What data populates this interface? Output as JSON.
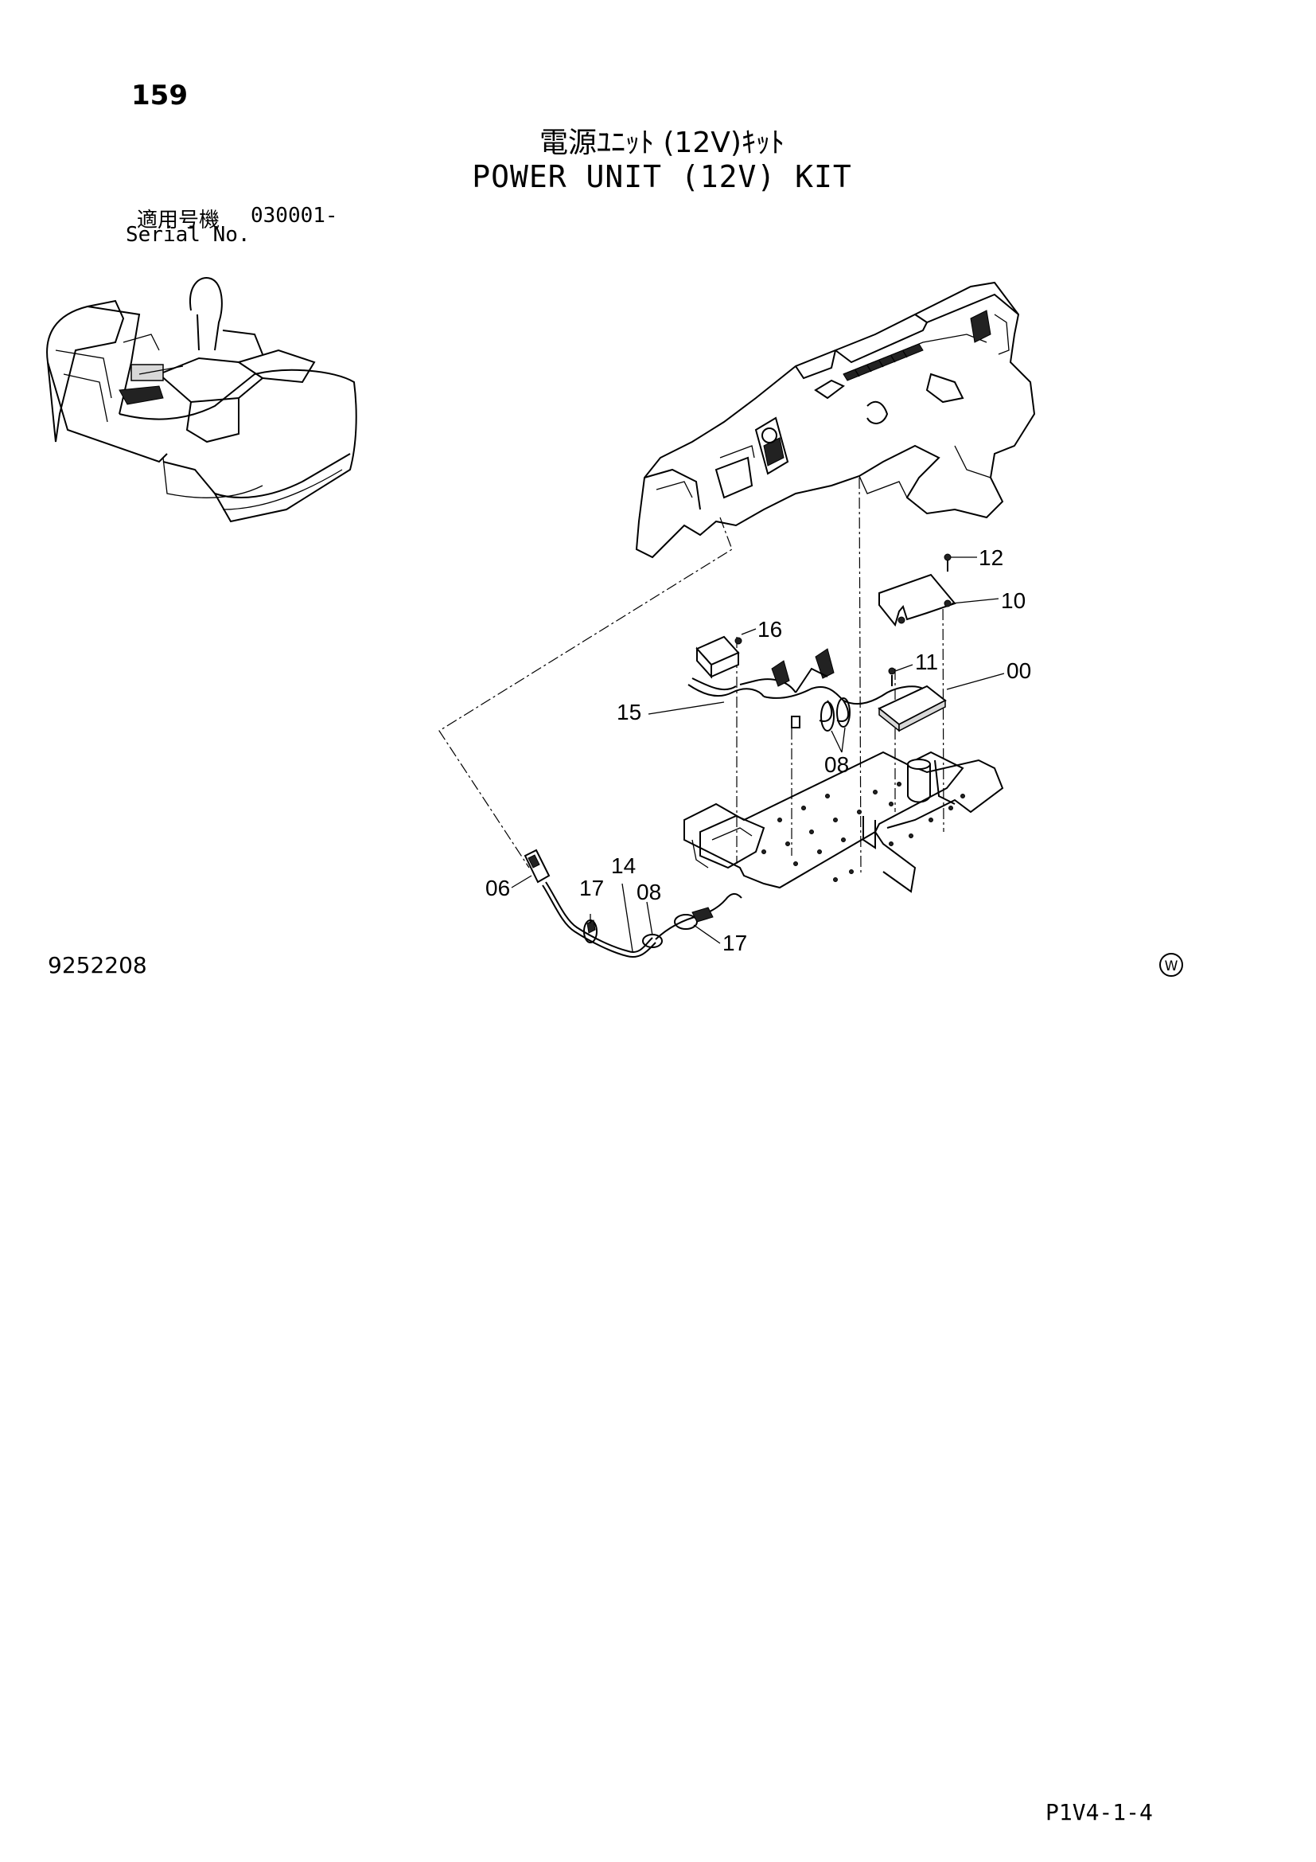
{
  "page_number": "159",
  "title": {
    "ja": "電源ﾕﾆｯﾄ (12V)ｷｯﾄ",
    "en": "POWER UNIT (12V) KIT"
  },
  "serial": {
    "label_ja": "適用号機",
    "value": "030001-",
    "label_en": "Serial No."
  },
  "callouts": {
    "c12": "12",
    "c10": "10",
    "c16": "16",
    "c11": "11",
    "c00": "00",
    "c15": "15",
    "c08a": "08",
    "c06": "06",
    "c17a": "17",
    "c14": "14",
    "c08b": "08",
    "c17b": "17"
  },
  "drawing_id": "9252208",
  "maker_mark": "W",
  "page_code": "P1V4-1-4"
}
